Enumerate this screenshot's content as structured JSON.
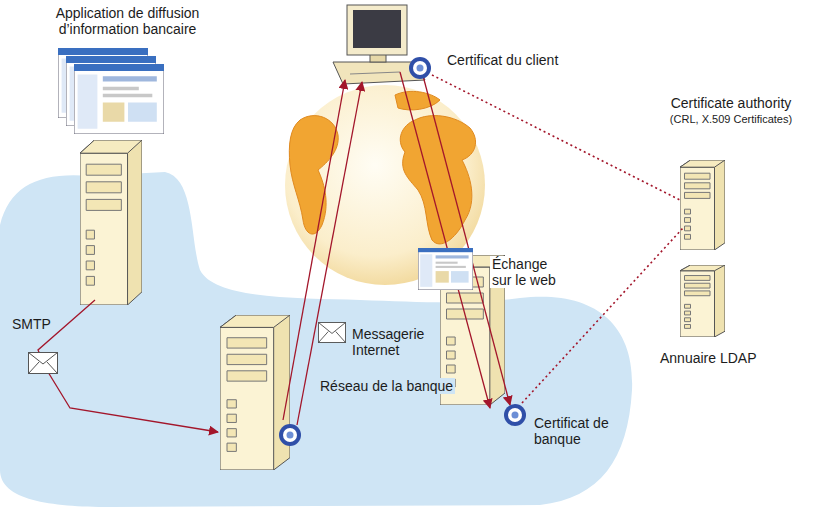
{
  "diagram": {
    "nodes": [
      {
        "text": [
          "Réseau de la banque"
        ]
      },
      {
        "text": [
          "Application de diffusion d’information bancaire"
        ],
        "in": 0
      },
      {
        "text": [],
        "in": 0
      },
      {
        "text": [
          "Certificat de banque"
        ],
        "in": 0
      },
      {
        "text": [
          "Certificat du client"
        ]
      },
      {
        "text": [
          "Certificate authority",
          "(CRL, X.509 Certificates)"
        ]
      },
      {
        "text": [
          "Annuaire LDAP"
        ]
      }
    ],
    "edges": [
      {
        "from": 1,
        "to": 2,
        "arrow": "to",
        "label": "SMTP"
      },
      {
        "from": 2,
        "to": 4,
        "arrow": "to",
        "label": "Messagerie Internet"
      },
      {
        "from": 2,
        "to": 4,
        "arrow": "to"
      },
      {
        "from": 4,
        "to": 3,
        "arrow": "to",
        "label": "Échange sur le web"
      },
      {
        "from": 4,
        "to": 3,
        "arrow": "to"
      },
      {
        "from": 4,
        "to": 5,
        "arrow": "none"
      },
      {
        "from": 3,
        "to": 5,
        "arrow": "none"
      }
    ]
  }
}
